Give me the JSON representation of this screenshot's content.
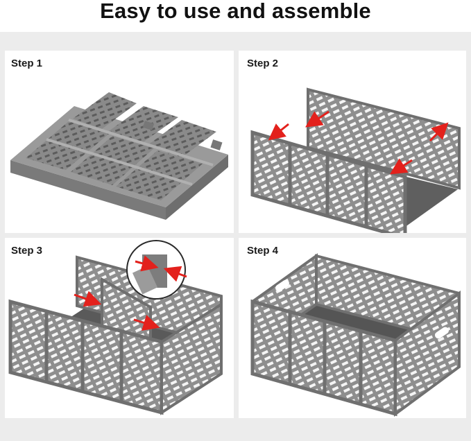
{
  "title": "Easy to use and assemble",
  "steps": [
    {
      "label": "Step 1"
    },
    {
      "label": "Step 2"
    },
    {
      "label": "Step 3"
    },
    {
      "label": "Step 4"
    }
  ],
  "colors": {
    "crate": "#8e8e8e",
    "crate_dark": "#6f6f6f",
    "crate_light": "#a6a6a6",
    "arrow": "#e3211c",
    "panel_bg": "#ffffff",
    "grid_bg": "#ececec"
  }
}
